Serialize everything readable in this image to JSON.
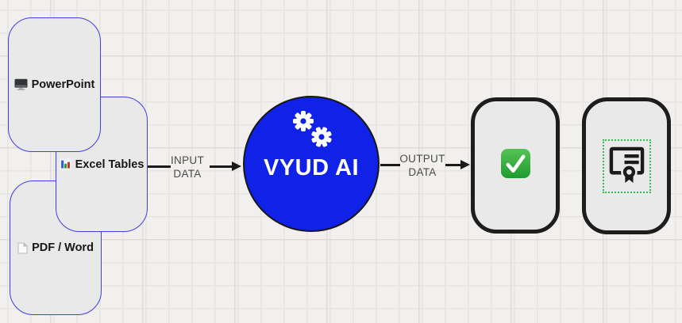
{
  "diagram": {
    "nodes": {
      "sources": [
        {
          "id": "powerpoint",
          "label": "PowerPoint",
          "icon": "monitor-icon"
        },
        {
          "id": "excel",
          "label": "Excel Tables",
          "icon": "bar-chart-icon"
        },
        {
          "id": "pdf_word",
          "label": "PDF / Word",
          "icon": "document-page-icon"
        }
      ],
      "processor": {
        "id": "vyud_ai",
        "label": "VYUD AI",
        "icon": "gears-icon"
      },
      "outputs": [
        {
          "id": "approved",
          "icon": "check-mark-icon",
          "selected": false
        },
        {
          "id": "certificate",
          "icon": "certificate-icon",
          "selected": true
        }
      ]
    },
    "edges": [
      {
        "id": "input",
        "from": "Excel Tables",
        "to": "VYUD AI",
        "label_line1": "INPUT",
        "label_line2": "DATA"
      },
      {
        "id": "output",
        "from": "VYUD AI",
        "to": "approved",
        "label_line1": "OUTPUT",
        "label_line2": "DATA"
      }
    ],
    "colors": {
      "canvas_background": "#f1f0ee",
      "grid_line": "#e6e4e1",
      "node_fill": "#e9e9e9",
      "source_node_border": "#3e3eea",
      "processor_fill": "#1021e8",
      "processor_text": "#ffffff",
      "output_node_border": "#1d1d1d",
      "edge_color": "#1a1a1a",
      "edge_label_color": "#4a4a4a",
      "selection_dotted_border": "#2fbf4f",
      "check_green": "#2aa637"
    }
  }
}
